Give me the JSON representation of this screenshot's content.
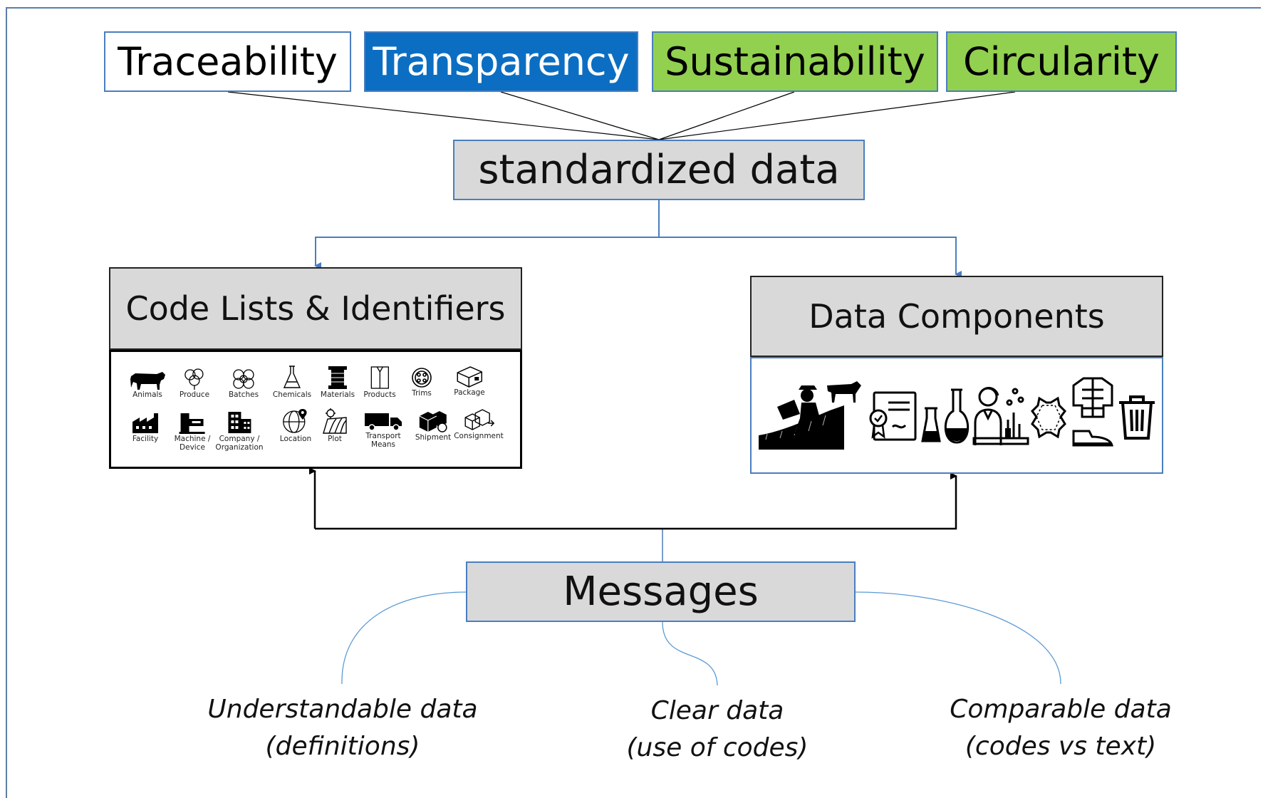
{
  "pillars": [
    {
      "label": "Traceability",
      "color": "#ffffff"
    },
    {
      "label": "Transparency",
      "color": "#0b6ec2"
    },
    {
      "label": "Sustainability",
      "color": "#92d050"
    },
    {
      "label": "Circularity",
      "color": "#92d050"
    }
  ],
  "hub": {
    "label": "standardized data"
  },
  "code_lists": {
    "title": "Code Lists & Identifiers",
    "items": [
      {
        "label": "Animals",
        "icon": "cow-icon"
      },
      {
        "label": "Produce",
        "icon": "cotton-icon"
      },
      {
        "label": "Batches",
        "icon": "batch-icon"
      },
      {
        "label": "Chemicals",
        "icon": "flask-icon"
      },
      {
        "label": "Materials",
        "icon": "spool-icon"
      },
      {
        "label": "Products",
        "icon": "shirt-icon"
      },
      {
        "label": "Trims",
        "icon": "button-icon"
      },
      {
        "label": "Package",
        "icon": "package-icon"
      },
      {
        "label": "Facility",
        "icon": "factory-icon"
      },
      {
        "label": "Machine /",
        "label2": "Device",
        "icon": "machine-icon"
      },
      {
        "label": "Company /",
        "label2": "Organization",
        "icon": "building-icon"
      },
      {
        "label": "Location",
        "icon": "globe-pin-icon"
      },
      {
        "label": "Plot",
        "icon": "plot-icon"
      },
      {
        "label": "Transport",
        "label2": "Means",
        "icon": "truck-icon"
      },
      {
        "label": "Shipment",
        "icon": "boxes-icon"
      },
      {
        "label": "Consignment",
        "icon": "consignment-icon"
      }
    ]
  },
  "data_components": {
    "title": "Data Components",
    "icons": [
      "farmer-cow-icon",
      "certificate-icon",
      "lab-flask-icon",
      "lab-worker-icon",
      "leather-icon",
      "jacket-shoe-icon",
      "trash-icon"
    ]
  },
  "messages": {
    "label": "Messages"
  },
  "outcomes": [
    {
      "line1": "Understandable data",
      "line2": "(definitions)"
    },
    {
      "line1": "Clear data",
      "line2": "(use of codes)"
    },
    {
      "line1": "Comparable data",
      "line2": "(codes vs text)"
    }
  ],
  "colors": {
    "accent_blue": "#4a7ebf",
    "box_gray": "#d9d9d9",
    "transparency_blue": "#0b6ec2",
    "green": "#92d050"
  }
}
